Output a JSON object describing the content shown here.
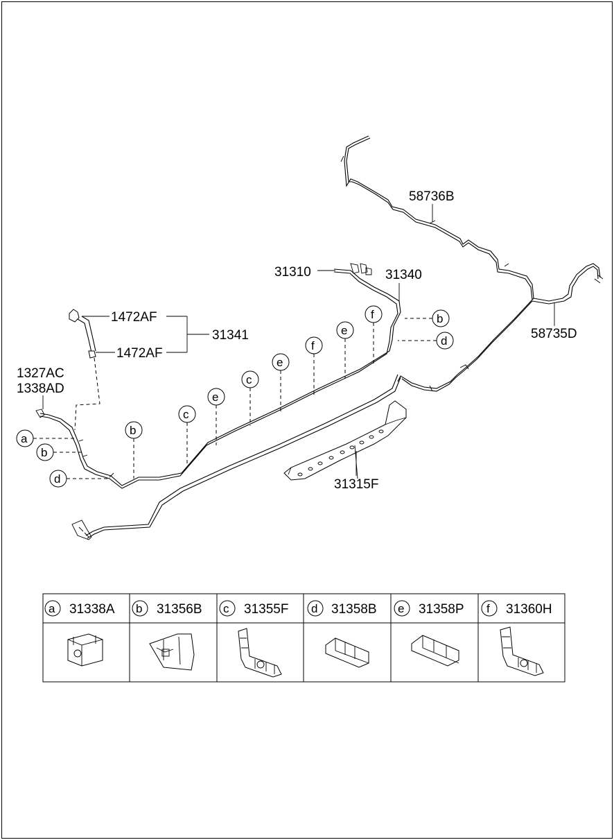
{
  "diagram": {
    "labels": {
      "p58736B": "58736B",
      "p58735D": "58735D",
      "p31310": "31310",
      "p31340": "31340",
      "p1472AF_top": "1472AF",
      "p1472AF_bottom": "1472AF",
      "p31341": "31341",
      "p1327AC": "1327AC",
      "p1338AD": "1338AD",
      "p31315F": "31315F"
    },
    "callouts": [
      "a",
      "b",
      "c",
      "d",
      "e",
      "f"
    ]
  },
  "parts_table": [
    {
      "letter": "a",
      "code": "31338A"
    },
    {
      "letter": "b",
      "code": "31356B"
    },
    {
      "letter": "c",
      "code": "31355F"
    },
    {
      "letter": "d",
      "code": "31358B"
    },
    {
      "letter": "e",
      "code": "31358P"
    },
    {
      "letter": "f",
      "code": "31360H"
    }
  ]
}
